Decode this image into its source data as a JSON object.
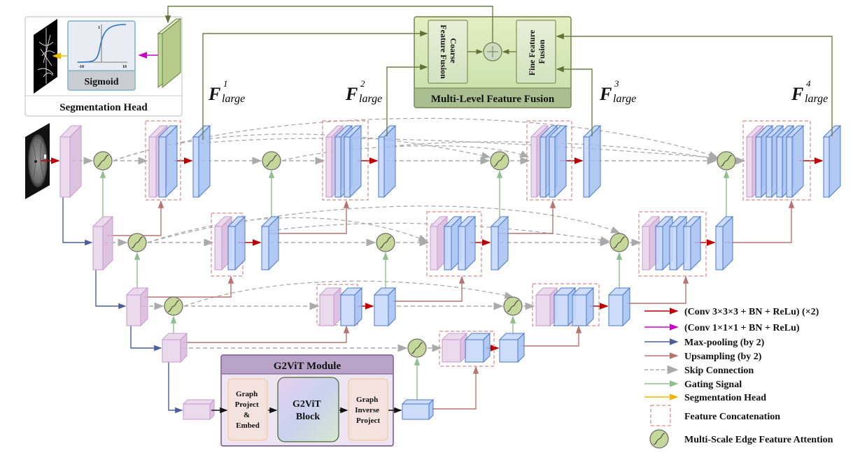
{
  "segmentation_head": {
    "title": "Segmentation Head",
    "sigmoid_label": "Sigmoid",
    "sigmoid_axis_min": "-10",
    "sigmoid_axis_max": "10",
    "sigmoid_y_max": "1"
  },
  "fusion": {
    "title": "Multi-Level Feature Fusion",
    "coarse_label": "Coarse Feature Fusion",
    "coarse_lines": [
      "Coarse",
      "Feature Fusion"
    ],
    "fine_lines": [
      "Fine Feature",
      "Fusion"
    ],
    "sum_symbol": "+"
  },
  "feature_labels": [
    {
      "base": "F",
      "sup": "1",
      "sub": "large"
    },
    {
      "base": "F",
      "sup": "2",
      "sub": "large"
    },
    {
      "base": "F",
      "sup": "3",
      "sub": "large"
    },
    {
      "base": "F",
      "sup": "4",
      "sub": "large"
    }
  ],
  "g2vit": {
    "title": "G2ViT Module",
    "project_lines": [
      "Graph",
      "Project",
      "&",
      "Embed"
    ],
    "block_lines": [
      "G2ViT",
      "Block"
    ],
    "inverse_lines": [
      "Graph",
      "Inverse",
      "Project"
    ]
  },
  "legend": [
    {
      "label": "(Conv 3×3×3 + BN + ReLu) (×2)",
      "kind": "arrow",
      "color": "#c00000"
    },
    {
      "label": "(Conv 1×1×1 + BN + ReLu)",
      "kind": "arrow",
      "color": "#cc00cc"
    },
    {
      "label": "Max-pooling (by 2)",
      "kind": "arrow",
      "color": "#4a5f9a"
    },
    {
      "label": "Upsampling (by 2)",
      "kind": "arrow",
      "color": "#b87470"
    },
    {
      "label": "Skip Connection",
      "kind": "dashed-arrow",
      "color": "#aaaaaa"
    },
    {
      "label": "Gating Signal",
      "kind": "arrow",
      "color": "#8fbf8f"
    },
    {
      "label": "Segmentation Head",
      "kind": "arrow",
      "color": "#f2b800"
    },
    {
      "label": "Feature Concatenation",
      "kind": "dashed-box",
      "color": "#d98a8a"
    },
    {
      "label": "Multi-Scale Edge Feature Attention",
      "kind": "circle",
      "color": "#c5d89a"
    }
  ],
  "colors": {
    "encoder_fill": "#e8d6ea",
    "encoder_side": "#d8b8da",
    "encoder_stroke": "#c79bd0",
    "decoder_fill": "#c8d8f8",
    "decoder_side": "#a4bff2",
    "decoder_stroke": "#4a7ad0",
    "conv_arrow": "#c00000",
    "pool_arrow": "#4a5f9a",
    "up_arrow": "#b87470",
    "skip": "#aaaaaa",
    "gate": "#8fbf8f",
    "attention_fill": "#c5d89a",
    "fusion_line": "#6b7f45",
    "concat_box": "#d98a8a"
  }
}
